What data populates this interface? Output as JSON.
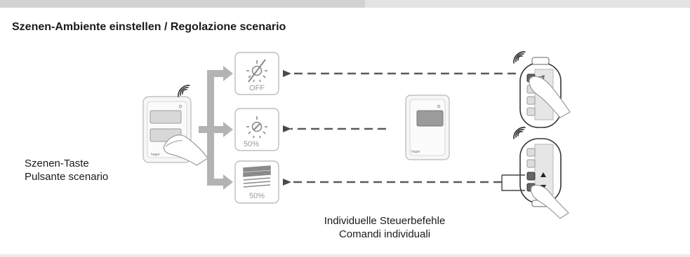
{
  "title": "Szenen-Ambiente einstellen / Regolazione scenario",
  "scene_button_label": {
    "line1": "Szenen-Taste",
    "line2": "Pulsante scenario"
  },
  "individual_commands_label": {
    "line1": "Individuelle Steuerbefehle",
    "line2": "Comandi individuali"
  },
  "scene_tiles": [
    {
      "icon": "light-off-icon",
      "value": "OFF"
    },
    {
      "icon": "light-dimmed-icon",
      "value": "50%"
    },
    {
      "icon": "shutter-icon",
      "value": "50%"
    }
  ],
  "remote_labels": {
    "off_button": "off"
  },
  "device_brand": "hager",
  "colors": {
    "arrow_gray": "#b3b3b3",
    "dash_gray": "#5a5a5a",
    "tile_border": "#bdbdbd",
    "device_key": "#9b9b9b"
  }
}
